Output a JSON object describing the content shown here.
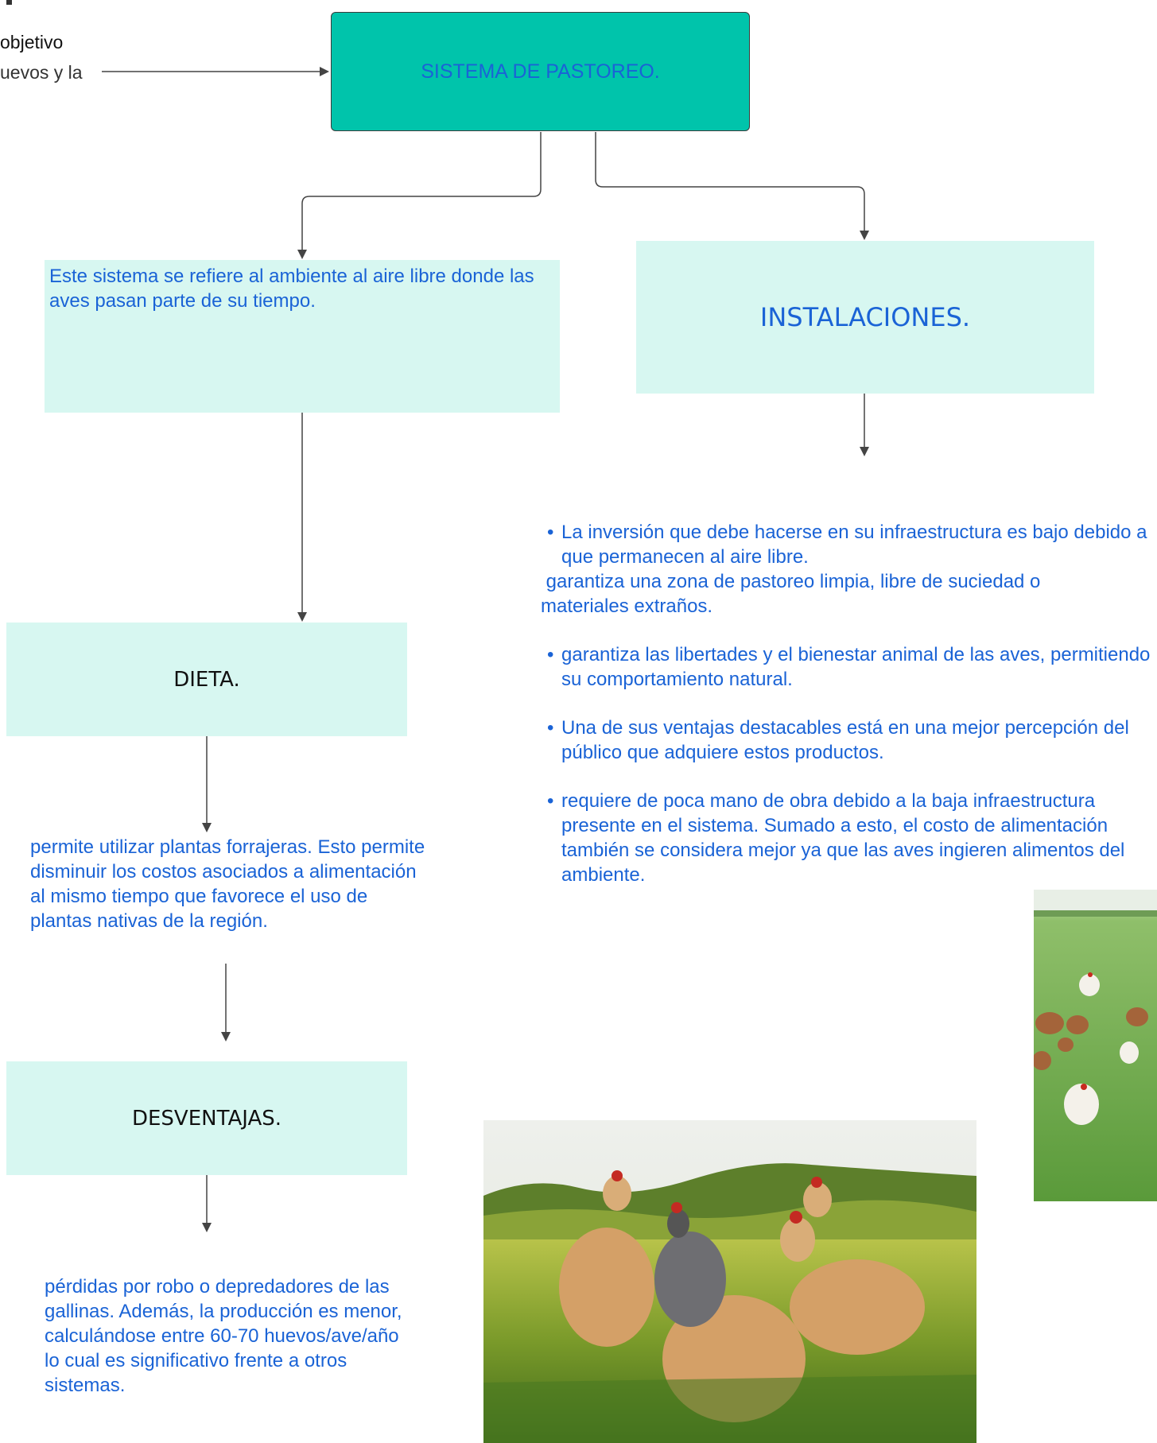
{
  "left_fragment": {
    "line1": "objetivo",
    "line2": "uevos y la"
  },
  "root": {
    "label": "SISTEMA DE PASTOREO."
  },
  "definition": {
    "text": "Este sistema se refiere al ambiente al aire libre donde las aves pasan parte de su tiempo."
  },
  "instalaciones": {
    "label": "INSTALACIONES."
  },
  "instalaciones_details": {
    "item1": "La inversión que debe hacerse en su infraestructura es bajo debido a que permanecen al aire libre.",
    "item1_cont_a": " garantiza una zona de pastoreo limpia, libre de suciedad o",
    "item1_cont_b": "materiales extraños.",
    "item2": "garantiza las libertades y el bienestar animal de las aves, permitiendo su comportamiento natural.",
    "item3": "Una de sus ventajas destacables está en una mejor percepción del público que adquiere estos productos.",
    "item4": "requiere de poca mano de obra debido a la baja infraestructura presente en el sistema. Sumado a esto, el costo de alimentación también se considera mejor ya que las aves ingieren alimentos del ambiente."
  },
  "dieta": {
    "label": "DIETA.",
    "text": "permite utilizar plantas forrajeras. Esto permite disminuir los costos asociados a alimentación al mismo tiempo que favorece el uso de plantas nativas de la región."
  },
  "desventajas": {
    "label": "DESVENTAJAS.",
    "text": "pérdidas por robo o depredadores de las gallinas. Además, la producción es menor, calculándose entre 60-70 huevos/ave/año lo cual es significativo frente a otros sistemas."
  },
  "colors": {
    "teal": "#00c4ab",
    "mint": "#d7f7f1",
    "blue_text": "#1a63d6",
    "connector": "#444444"
  },
  "images": {
    "photo_right": "chickens-in-field-photo",
    "photo_bottom": "hens-on-grass-photo"
  }
}
